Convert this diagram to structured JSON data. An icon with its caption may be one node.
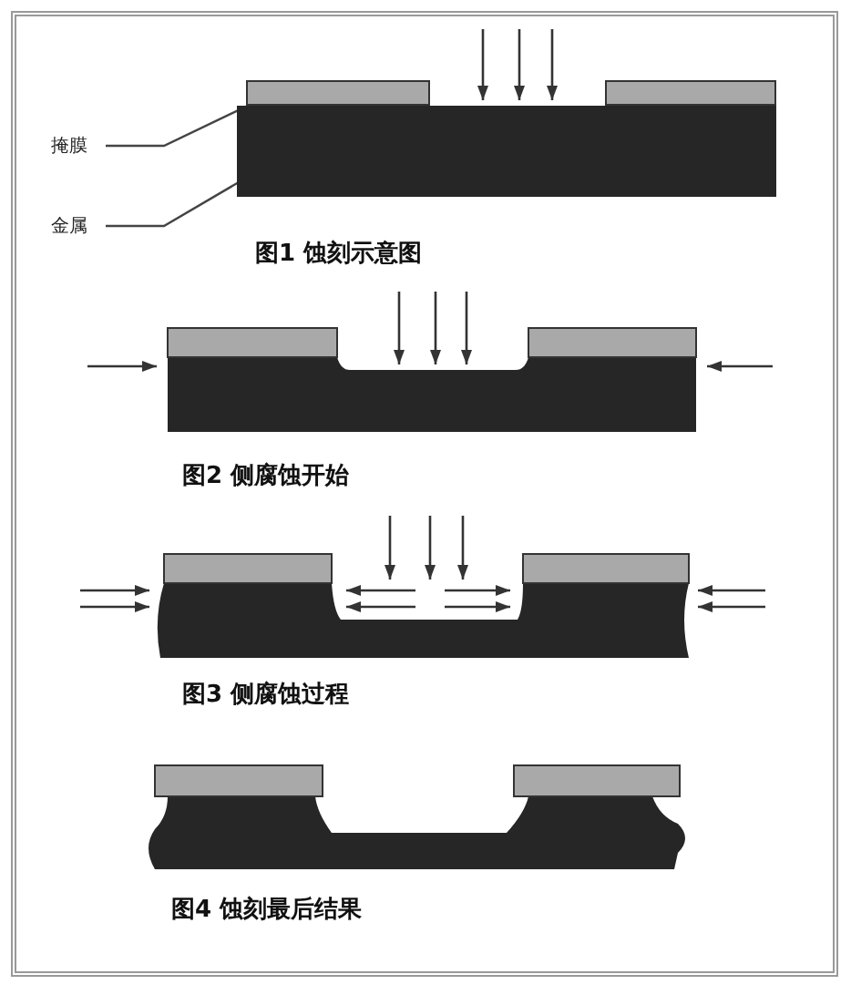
{
  "diagram": {
    "nodes": [
      {
        "text": [
          "掩膜"
        ]
      },
      {
        "text": [],
        "shape": "bar"
      },
      {
        "text": [
          "金属"
        ]
      },
      {
        "text": [],
        "shape": "box"
      },
      {
        "text": [],
        "shape": "bar"
      }
    ],
    "edges": [
      {
        "from": 0,
        "to": 1,
        "arrow": "none"
      },
      {
        "from": 2,
        "to": 3,
        "arrow": "none"
      }
    ],
    "labels": [
      "图1 蚀刻示意图",
      "图2 侧腐蚀开始",
      "图3 侧腐蚀过程",
      "图4 蚀刻最后结果"
    ]
  }
}
